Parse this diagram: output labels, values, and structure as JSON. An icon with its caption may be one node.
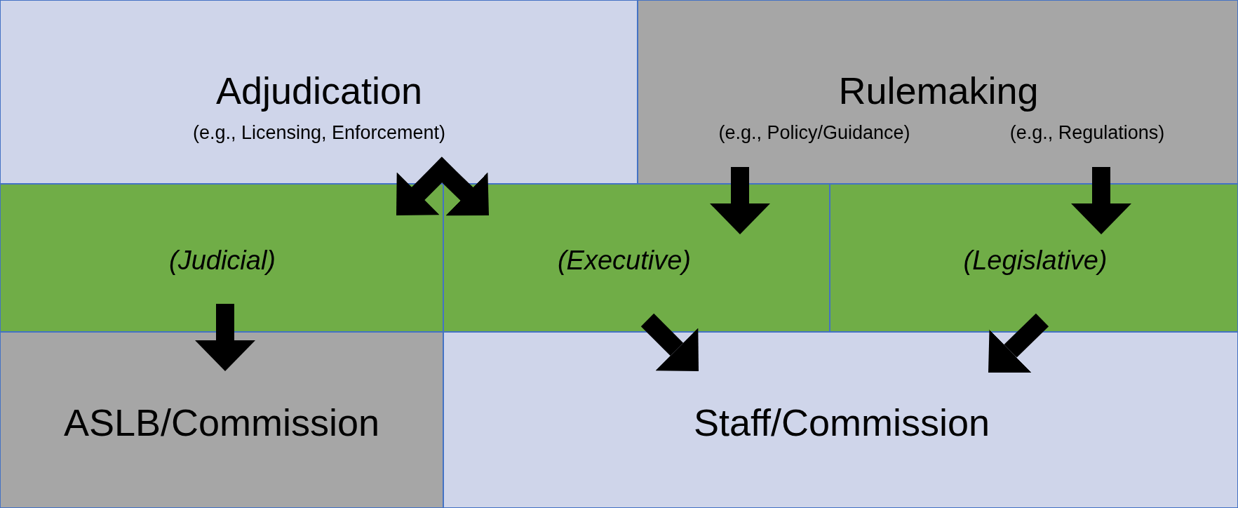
{
  "diagram": {
    "nodes": [
      {
        "text": [
          "Adjudication",
          "(e.g., Licensing, Enforcement)"
        ]
      },
      {
        "text": [
          "Rulemaking",
          "(e.g., Policy/Guidance)",
          "(e.g., Regulations)"
        ]
      },
      {
        "text": [
          "(Judicial)"
        ]
      },
      {
        "text": [
          "(Executive)"
        ]
      },
      {
        "text": [
          "(Legislative)"
        ]
      },
      {
        "text": [
          "ASLB/Commission"
        ]
      },
      {
        "text": [
          "Staff/Commission"
        ]
      }
    ],
    "edges": [
      {
        "from": 0,
        "to": 2,
        "arrow": "to"
      },
      {
        "from": 0,
        "to": 3,
        "arrow": "to"
      },
      {
        "from": 1,
        "to": 3,
        "arrow": "to"
      },
      {
        "from": 1,
        "to": 4,
        "arrow": "to"
      },
      {
        "from": 2,
        "to": 5,
        "arrow": "to"
      },
      {
        "from": 3,
        "to": 6,
        "arrow": "to"
      },
      {
        "from": 4,
        "to": 6,
        "arrow": "to"
      }
    ]
  }
}
